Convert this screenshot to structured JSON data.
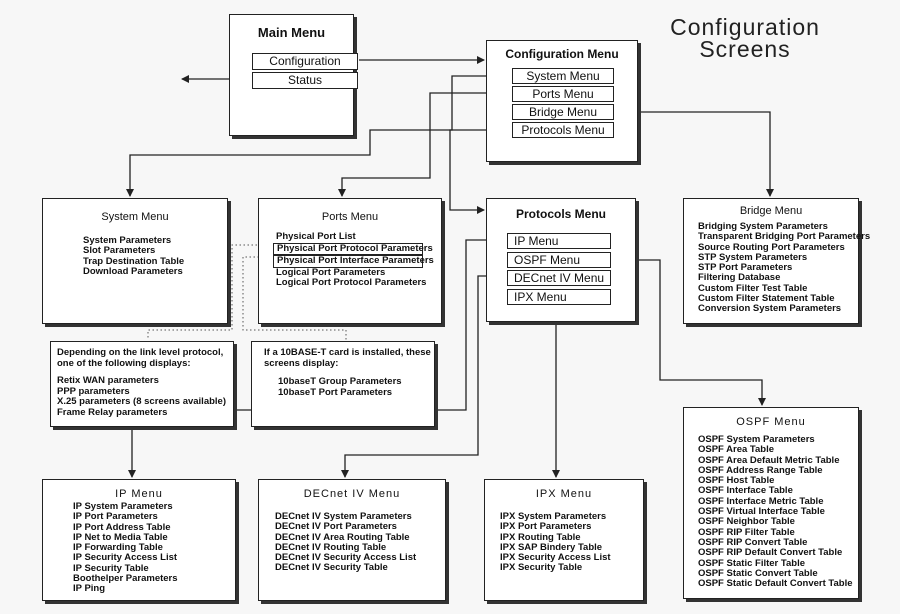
{
  "heading": [
    "Configuration",
    "Screens"
  ],
  "main_menu": {
    "title": "Main Menu",
    "items": [
      "Configuration",
      "Status"
    ]
  },
  "configuration_menu": {
    "title": "Configuration Menu",
    "items": [
      "System Menu",
      "Ports Menu",
      "Bridge Menu",
      "Protocols Menu"
    ]
  },
  "system_menu": {
    "title": "System Menu",
    "items": [
      "System Parameters",
      "Slot Parameters",
      "Trap Destination Table",
      "Download Parameters"
    ]
  },
  "ports_menu": {
    "title": "Ports Menu",
    "items": [
      "Physical Port List",
      "Physical Port Protocol Parameters",
      "Physical Port Interface Parameters",
      "Logical Port Parameters",
      "Logical Port Protocol Parameters"
    ]
  },
  "protocols_menu": {
    "title": "Protocols Menu",
    "items": [
      "IP Menu",
      "OSPF Menu",
      "DECnet IV Menu",
      "IPX Menu"
    ]
  },
  "bridge_menu": {
    "title": "Bridge Menu",
    "items": [
      "Bridging System Parameters",
      "Transparent Bridging Port Parameters",
      "Source Routing Port Parameters",
      "STP System Parameters",
      "STP Port Parameters",
      "Filtering Database",
      "Custom Filter Test Table",
      "Custom Filter Statement Table",
      "Conversion System Parameters"
    ]
  },
  "link_note": {
    "intro": [
      "Depending on the link level protocol,",
      "one of the following displays:"
    ],
    "items": [
      "Retix WAN parameters",
      "PPP parameters",
      "X.25 parameters (8 screens available)",
      "Frame Relay parameters"
    ]
  },
  "tenbase_note": {
    "intro": [
      "If a 10BASE-T card is installed, these",
      "screens display:"
    ],
    "items": [
      "10baseT Group Parameters",
      "10baseT Port Parameters"
    ]
  },
  "ip_menu": {
    "title": "IP Menu",
    "items": [
      "IP System Parameters",
      "IP Port Parameters",
      "IP Port Address Table",
      "IP Net to Media Table",
      "IP Forwarding Table",
      "IP Security Access List",
      "IP Security Table",
      "Boothelper Parameters",
      "IP Ping"
    ]
  },
  "decnet_menu": {
    "title": "DECnet IV Menu",
    "items": [
      "DECnet IV System Parameters",
      "DECnet IV Port Parameters",
      "DECnet IV Area Routing Table",
      "DECnet IV Routing Table",
      "DECnet IV Security Access List",
      "DECnet IV Security Table"
    ]
  },
  "ipx_menu": {
    "title": "IPX Menu",
    "items": [
      "IPX System Parameters",
      "IPX Port Parameters",
      "IPX Routing Table",
      "IPX SAP Bindery Table",
      "IPX Security Access List",
      "IPX Security Table"
    ]
  },
  "ospf_menu": {
    "title": "OSPF Menu",
    "items": [
      "OSPF System Parameters",
      "OSPF Area Table",
      "OSPF Area Default Metric Table",
      "OSPF Address Range Table",
      "OSPF Host Table",
      "OSPF Interface Table",
      "OSPF Interface Metric Table",
      "OSPF Virtual Interface Table",
      "OSPF Neighbor Table",
      "OSPF RIP Filter Table",
      "OSPF RIP Convert Table",
      "OSPF RIP Default Convert Table",
      "OSPF Static Filter Table",
      "OSPF Static Convert Table",
      "OSPF Static Default Convert Table"
    ]
  }
}
